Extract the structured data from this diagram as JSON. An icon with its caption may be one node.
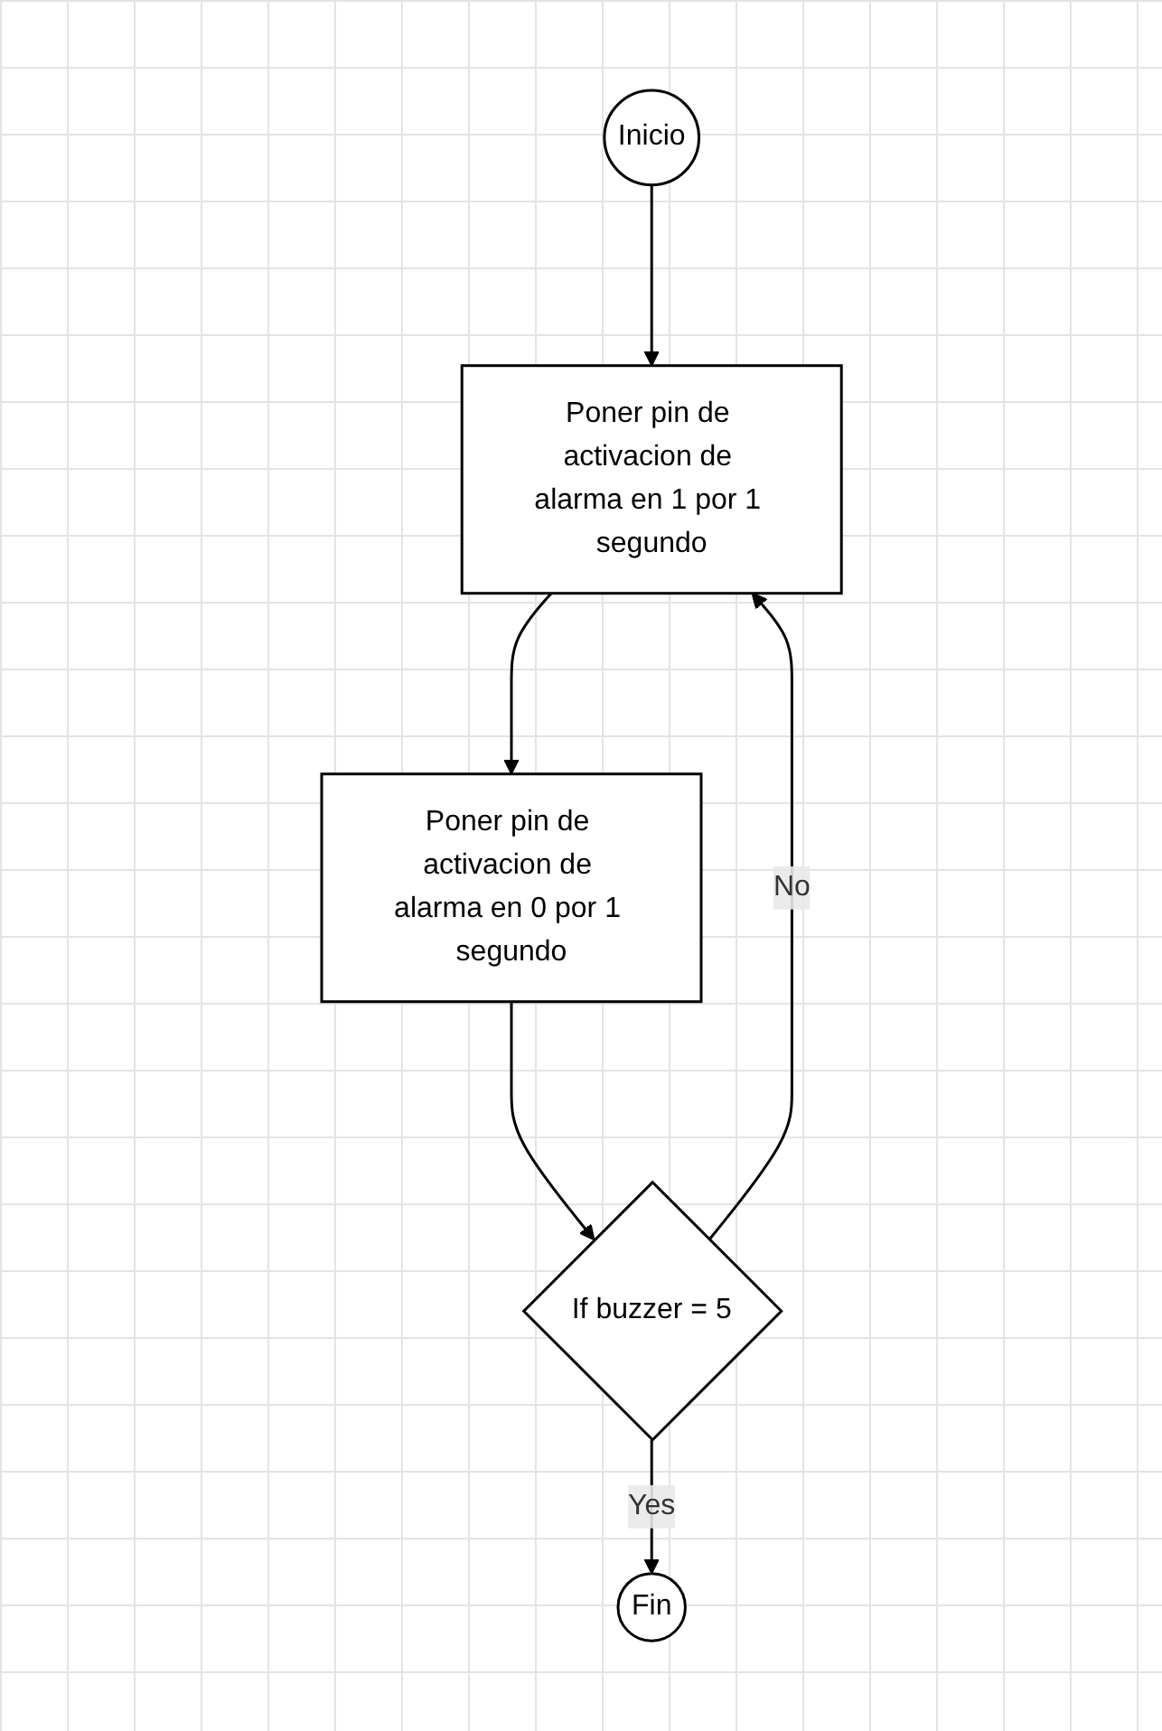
{
  "diagram": {
    "nodes": [
      {
        "text": [
          "Inicio"
        ]
      },
      {
        "text": [
          "Poner pin de activacion de alarma en 1 por 1 segundo"
        ]
      },
      {
        "text": [
          "Poner pin de activacion de alarma en 0 por 1 segundo"
        ]
      },
      {
        "text": [
          "If buzzer = 5"
        ]
      },
      {
        "text": [
          "Fin"
        ]
      }
    ],
    "edges": [
      {
        "from": 0,
        "to": 1,
        "arrow": "to"
      },
      {
        "from": 1,
        "to": 2,
        "arrow": "to"
      },
      {
        "from": 2,
        "to": 3,
        "arrow": "to"
      },
      {
        "from": 3,
        "to": 1,
        "arrow": "to",
        "label": "No"
      },
      {
        "from": 3,
        "to": 4,
        "arrow": "to",
        "label": "Yes"
      }
    ]
  }
}
